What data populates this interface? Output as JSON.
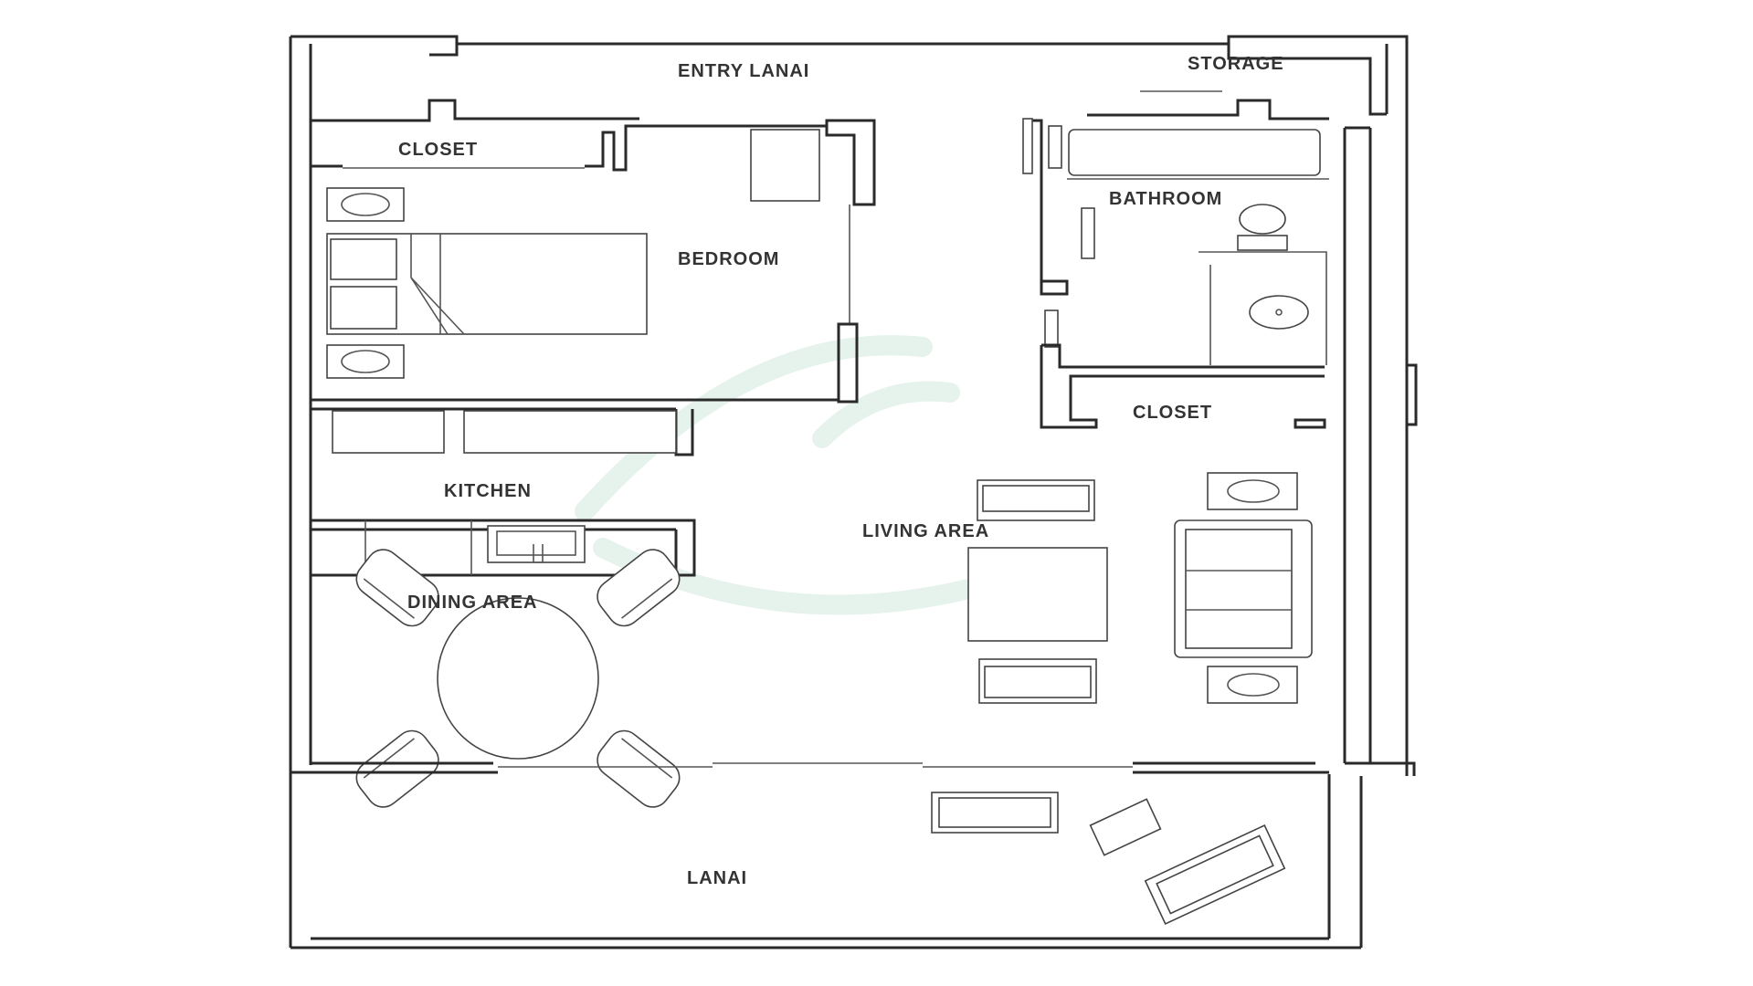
{
  "rooms": {
    "entry_lanai": "ENTRY LANAI",
    "storage": "STORAGE",
    "closet_top": "CLOSET",
    "bedroom": "BEDROOM",
    "bathroom": "BATHROOM",
    "closet_right": "CLOSET",
    "kitchen": "KITCHEN",
    "living_area": "LIVING AREA",
    "dining_area": "DINING AREA",
    "lanai": "LANAI"
  },
  "colors": {
    "line": "#2a2a2a",
    "background": "#ffffff",
    "watermark": "#e6f2ec"
  }
}
